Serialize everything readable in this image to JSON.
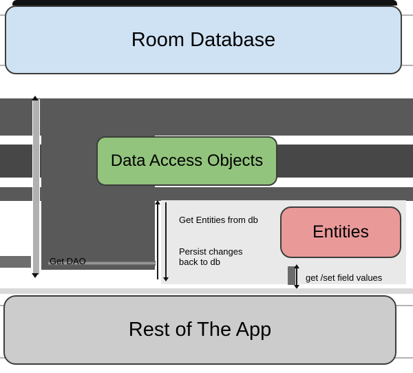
{
  "diagram": {
    "room_box": {
      "label": "Room Database"
    },
    "dao_box": {
      "label": "Data Access Objects"
    },
    "entities_box": {
      "label": "Entities"
    },
    "app_box": {
      "label": "Rest of The App"
    },
    "arrow_labels": {
      "get_dao": "Get DAO",
      "get_entities": "Get Entities from db",
      "persist_changes": "Persist changes\nback to db",
      "get_set_fields": "get /set field values"
    }
  },
  "colors": {
    "room-blue": "#cfe2f3",
    "dao-green": "#93c47d",
    "entities-red": "#ea9999",
    "app-gray": "#cccccc",
    "band-dark": "#595959",
    "band-darker": "#474747",
    "panel-gray": "#e9e9e9",
    "border-dark": "#3d3d3d"
  }
}
